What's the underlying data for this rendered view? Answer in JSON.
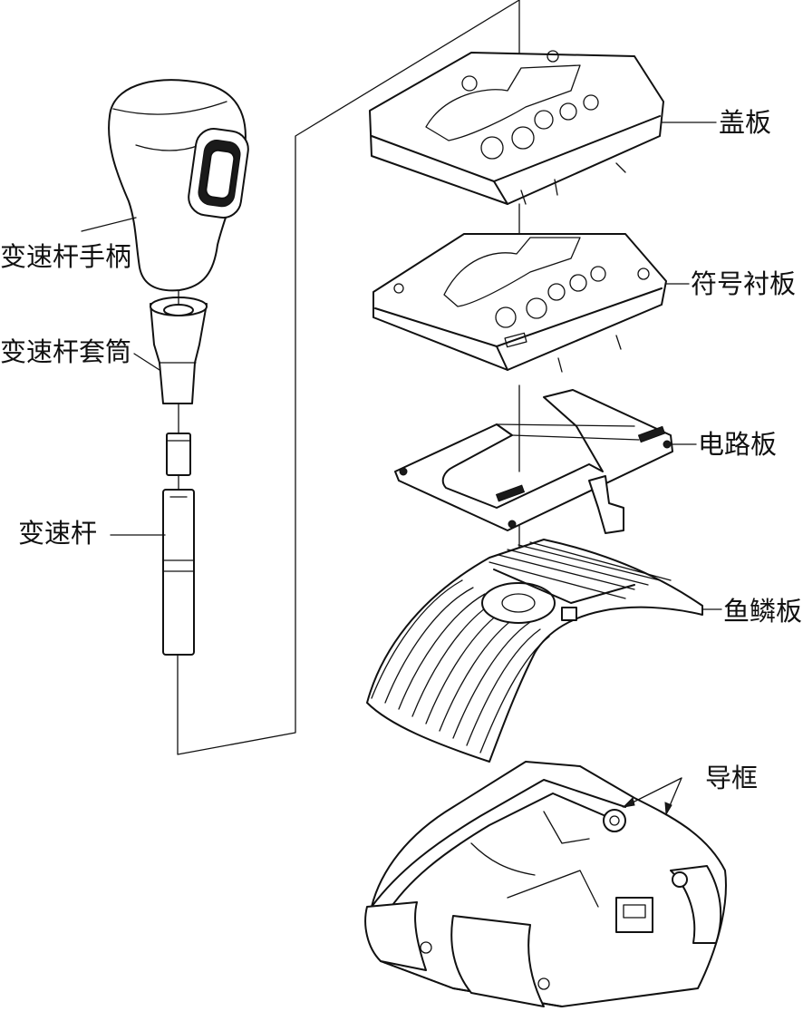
{
  "labels": {
    "shift_knob": "变速杆手柄",
    "shift_sleeve": "变速杆套筒",
    "shift_lever": "变速杆",
    "cover_plate": "盖板",
    "symbol_liner": "符号衬板",
    "circuit_board": "电路板",
    "scale_plate": "鱼鳞板",
    "guide_frame": "导框"
  },
  "colors": {
    "line": "#111111",
    "background": "#ffffff"
  }
}
